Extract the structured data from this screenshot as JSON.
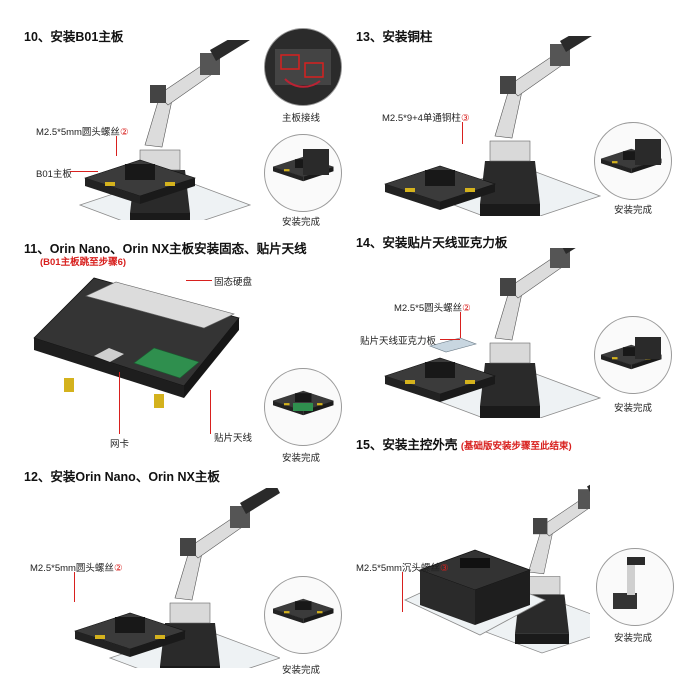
{
  "steps": {
    "s10": {
      "title": "10、安装B01主板",
      "screw": "M2.5*5mm圆头螺丝",
      "screw_num": "②",
      "board": "B01主板",
      "wiring": "主板接线",
      "done": "安装完成"
    },
    "s11": {
      "title": "11、Orin Nano、Orin NX主板安装固态、贴片天线",
      "note": "(B01主板跳至步骤6)",
      "ssd": "固态硬盘",
      "nic": "网卡",
      "antenna": "贴片天线",
      "done": "安装完成"
    },
    "s12": {
      "title": "12、安装Orin Nano、Orin NX主板",
      "screw": "M2.5*5mm圆头螺丝",
      "screw_num": "②",
      "done": "安装完成"
    },
    "s13": {
      "title": "13、安装铜柱",
      "pillar": "M2.5*9+4单通铜柱",
      "pillar_num": "③",
      "done": "安装完成"
    },
    "s14": {
      "title": "14、安装贴片天线亚克力板",
      "screw": "M2.5*5圆头螺丝",
      "screw_num": "②",
      "plate": "贴片天线亚克力板",
      "done": "安装完成"
    },
    "s15": {
      "title": "15、安装主控外壳",
      "note": "(基础版安装步骤至此结束)",
      "screw": "M2.5*5mm沉头螺丝",
      "screw_num": "③",
      "done": "安装完成"
    }
  },
  "colors": {
    "accent": "#d8201e",
    "metal": "#c9c9c9",
    "dark": "#2a2a2a",
    "acrylic": "#e8edf0",
    "green_pcb": "#2f8f4e"
  }
}
